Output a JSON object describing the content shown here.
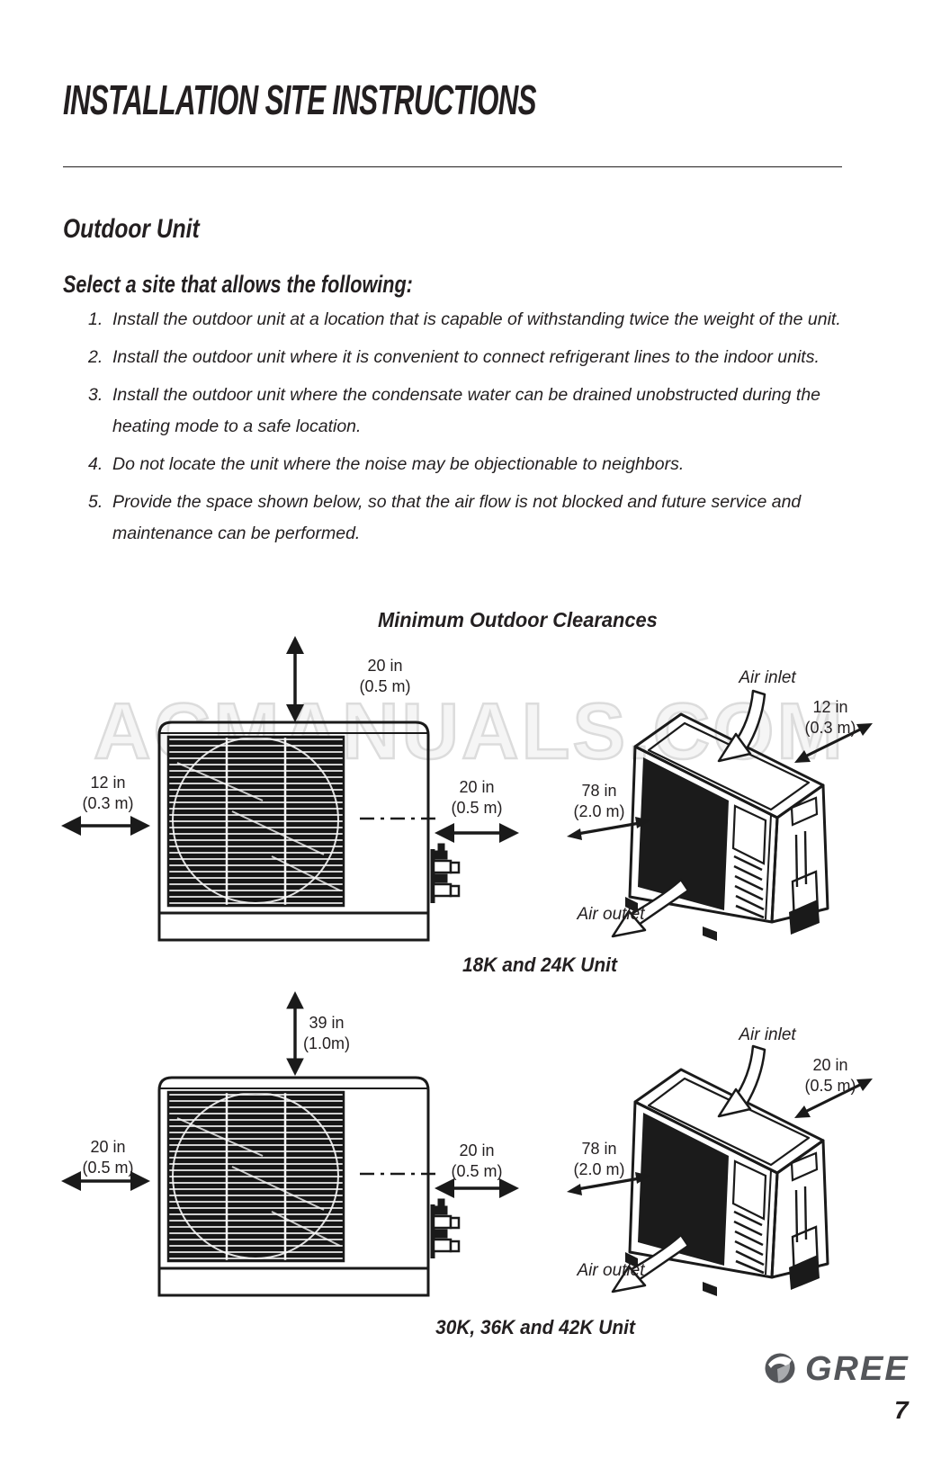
{
  "page": {
    "title": "INSTALLATION SITE INSTRUCTIONS",
    "section": "Outdoor Unit",
    "intro": "Select a site that allows the following:",
    "instructions": [
      {
        "num": "1.",
        "text": "Install the outdoor unit at a location that is capable of withstanding twice the weight of the unit."
      },
      {
        "num": "2.",
        "text": "Install the outdoor unit where it is convenient to connect refrigerant lines to the indoor units."
      },
      {
        "num": "3.",
        "text": "Install the outdoor unit where the condensate water can be drained unobstructed during the heating mode to a safe location."
      },
      {
        "num": "4.",
        "text": "Do not locate the unit where the noise may be objectionable to neighbors."
      },
      {
        "num": "5.",
        "text": "Provide the space shown below, so that the air flow is not blocked and future service and maintenance can be performed."
      }
    ],
    "watermark": "ACMANUALS.COM",
    "brand": "GREE",
    "page_number": "7"
  },
  "figure": {
    "title": "Minimum Outdoor Clearances",
    "diagrams": [
      {
        "caption": "18K and 24K Unit",
        "top": {
          "imperial": "20 in",
          "metric": "(0.5 m)"
        },
        "left": {
          "imperial": "12 in",
          "metric": "(0.3 m)"
        },
        "right": {
          "imperial": "20 in",
          "metric": "(0.5 m)"
        },
        "air_inlet": "Air inlet",
        "air_outlet": "Air outlet",
        "inlet_clearance": {
          "imperial": "12 in",
          "metric": "(0.3 m)"
        },
        "front_clearance": {
          "imperial": "78 in",
          "metric": "(2.0 m)"
        }
      },
      {
        "caption": "30K, 36K and 42K Unit",
        "top": {
          "imperial": "39 in",
          "metric": "(1.0m)"
        },
        "left": {
          "imperial": "20 in",
          "metric": "(0.5 m)"
        },
        "right": {
          "imperial": "20 in",
          "metric": "(0.5 m)"
        },
        "air_inlet": "Air inlet",
        "air_outlet": "Air outlet",
        "inlet_clearance": {
          "imperial": "20 in",
          "metric": "(0.5 m)"
        },
        "front_clearance": {
          "imperial": "78 in",
          "metric": "(2.0 m)"
        }
      }
    ]
  },
  "colors": {
    "ink": "#231f20",
    "brand_gray": "#54565a",
    "watermark_stroke": "#dcdcdc"
  }
}
